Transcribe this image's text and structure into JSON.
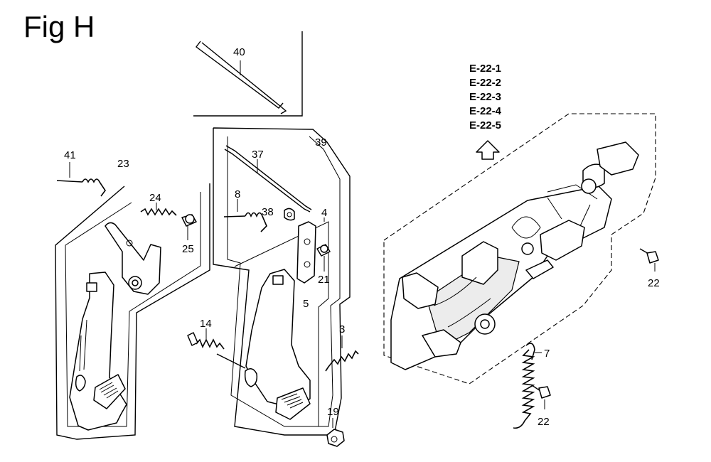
{
  "figure": {
    "title": "Fig H"
  },
  "references": [
    "E-22-1",
    "E-22-2",
    "E-22-3",
    "E-22-4",
    "E-22-5"
  ],
  "callouts": {
    "p40": "40",
    "p41": "41",
    "p23": "23",
    "p24": "24",
    "p25": "25",
    "p37": "37",
    "p39": "39",
    "p8": "8",
    "p38": "38",
    "p4": "4",
    "p21": "21",
    "p5": "5",
    "p14": "14",
    "p3": "3",
    "p19": "19",
    "p7": "7",
    "p22a": "22",
    "p22b": "22"
  }
}
